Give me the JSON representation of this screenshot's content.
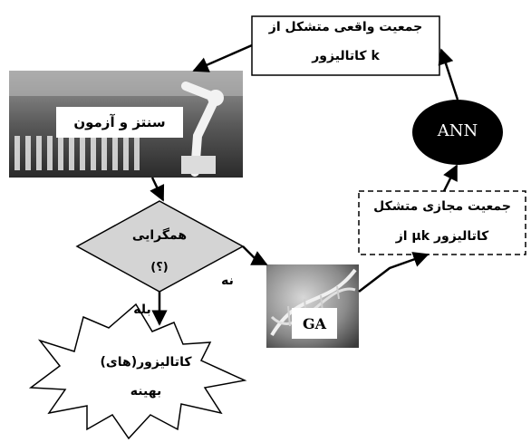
{
  "nodes": {
    "real_population": {
      "line1": "جمعیت واقعی متشکل از",
      "line2": "کاتالیزور k"
    },
    "ann": {
      "label": "ANN"
    },
    "synthesis": {
      "label": "سنتز و آزمون"
    },
    "convergence": {
      "line1": "همگرایی",
      "line2": "(؟)"
    },
    "ga": {
      "label": "GA"
    },
    "virtual_population": {
      "line1": "جمعیت مجازی متشکل",
      "line2": "از μk کاتالیزور"
    },
    "optimal": {
      "line1": "کاتالیزور(های)",
      "line2": "بهینه"
    }
  },
  "edges": {
    "no_label": "نه",
    "yes_label": "بله"
  },
  "colors": {
    "line": "#000000",
    "ann_fill": "#000000",
    "diamond_fill": "#d4d4d4",
    "ga_bg": "#8a8a8a"
  }
}
